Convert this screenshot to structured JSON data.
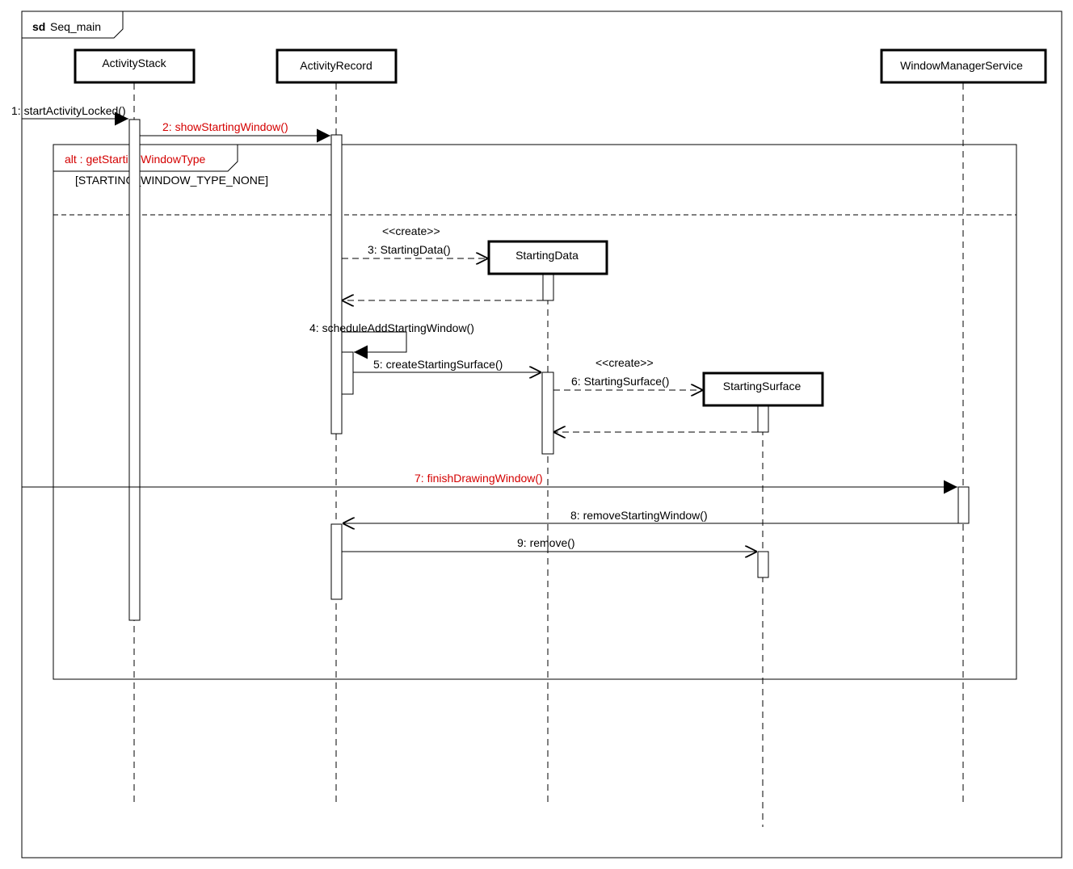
{
  "diagram": {
    "frame_keyword": "sd",
    "frame_name": "Seq_main",
    "lifelines": {
      "activity_stack": "ActivityStack",
      "activity_record": "ActivityRecord",
      "window_manager_service": "WindowManagerService",
      "starting_data": "StartingData",
      "starting_surface": "StartingSurface"
    },
    "alt_fragment": {
      "label": "alt : getStartingWindowType",
      "guard": "[STARTING_WINDOW_TYPE_NONE]"
    },
    "messages": {
      "m1": "1: startActivityLocked()",
      "m2": "2: showStartingWindow()",
      "m3_stereotype": "<<create>>",
      "m3": "3: StartingData()",
      "m4": "4: scheduleAddStartingWindow()",
      "m5": "5: createStartingSurface()",
      "m6_stereotype": "<<create>>",
      "m6": "6: StartingSurface()",
      "m7": "7: finishDrawingWindow()",
      "m8": "8: removeStartingWindow()",
      "m9": "9: remove()"
    },
    "colors": {
      "highlight": "#d40000",
      "line": "#000000",
      "background": "#ffffff"
    }
  }
}
